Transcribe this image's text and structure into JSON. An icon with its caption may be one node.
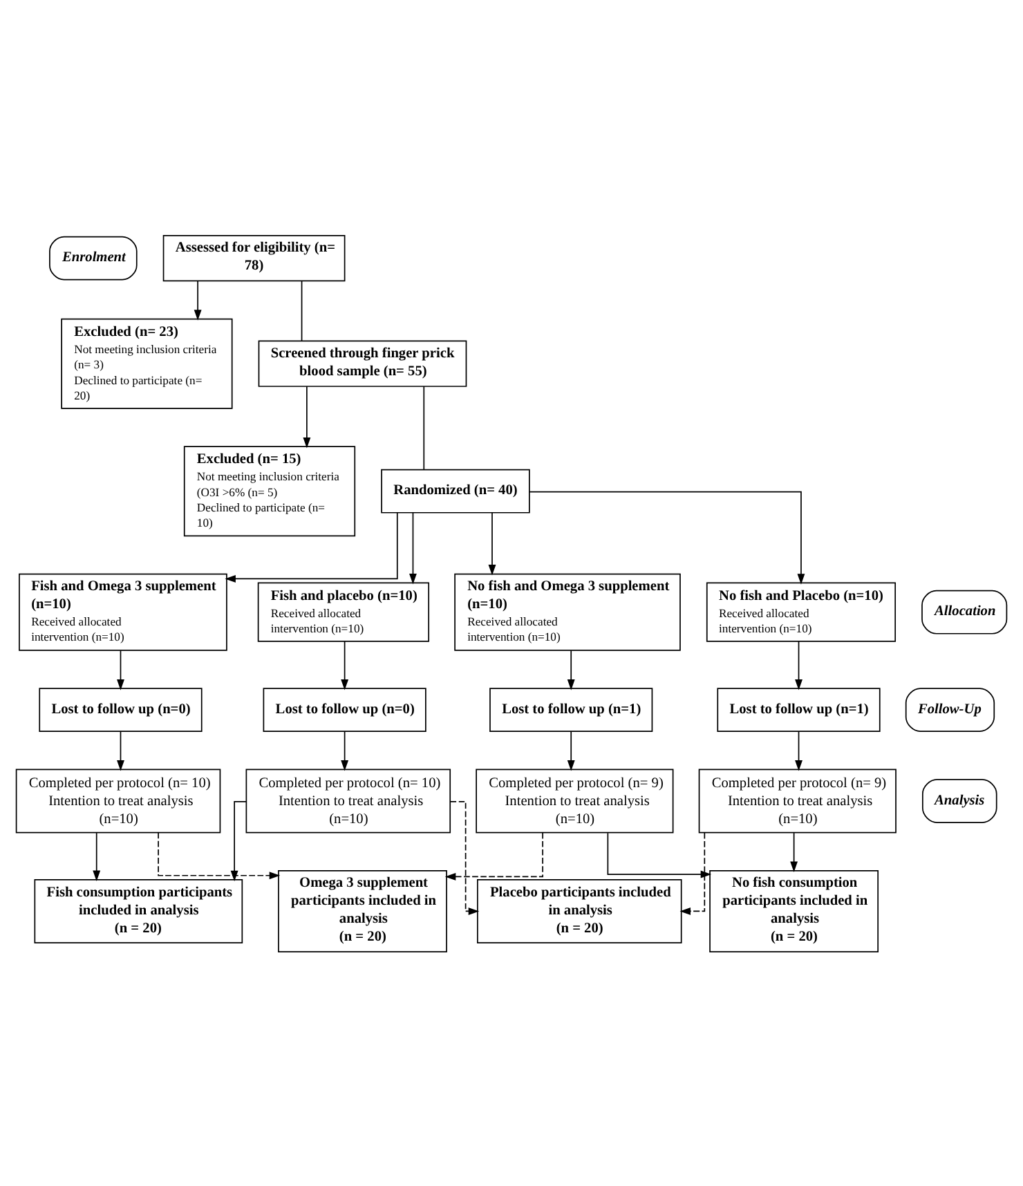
{
  "diagram": {
    "nodes": [
      {
        "text": [
          "Enrolment"
        ]
      },
      {
        "text": [
          "Assessed for eligibility (n= 78)"
        ]
      },
      {
        "text": [
          "Excluded (n= 23)",
          "Not meeting inclusion criteria (n= 3)",
          "Declined to participate (n= 20)"
        ]
      },
      {
        "text": [
          "Screened through finger prick blood sample (n= 55)"
        ]
      },
      {
        "text": [
          "Excluded (n= 15)",
          "Not meeting inclusion criteria (O3I >6% (n= 5)",
          "Declined to participate (n= 10)"
        ]
      },
      {
        "text": [
          "Randomized (n= 40)"
        ]
      },
      {
        "text": [
          "Allocation"
        ]
      },
      {
        "text": [
          "Fish and placebo (n=10)",
          "Received allocated intervention (n=10)"
        ]
      },
      {
        "text": [
          "Fish and Omega 3 supplement (n=10)",
          "Received allocated intervention (n=10)"
        ]
      },
      {
        "text": [
          "No fish and Omega 3 supplement (n=10)",
          "Received allocated intervention (n=10)"
        ]
      },
      {
        "text": [
          "No fish and Placebo (n=10)",
          "Received allocated intervention (n=10)"
        ]
      },
      {
        "text": [
          "Follow-Up"
        ]
      },
      {
        "text": [
          "Lost to follow up (n=0)"
        ]
      },
      {
        "text": [
          "Lost to follow up (n=0)"
        ]
      },
      {
        "text": [
          "Lost to follow up (n=1)"
        ]
      },
      {
        "text": [
          "Lost to follow up (n=1)"
        ]
      },
      {
        "text": [
          "Analysis"
        ]
      },
      {
        "text": [
          "Completed per protocol (n= 10)",
          "Intention to treat analysis (n=10)"
        ]
      },
      {
        "text": [
          "Completed per protocol (n= 10)",
          "Intention to treat analysis (n=10)"
        ]
      },
      {
        "text": [
          "Completed per protocol (n= 9)",
          "Intention to treat analysis (n=10)"
        ]
      },
      {
        "text": [
          "Completed per protocol (n= 9)",
          "Intention to treat analysis (n=10)"
        ]
      },
      {
        "text": [
          "Fish consumption participants included in analysis",
          "(n = 20)"
        ]
      },
      {
        "text": [
          "Omega 3 supplement participants included in analysis",
          "(n = 20)"
        ]
      },
      {
        "text": [
          "No fish consumption participants included in analysis",
          "(n = 20)"
        ]
      },
      {
        "text": [
          "Placebo participants included in analysis",
          "(n = 20)"
        ]
      }
    ],
    "edges": [
      {
        "from": 1,
        "to": 3,
        "arrow": "none"
      },
      {
        "from": 1,
        "to": 2,
        "arrow": "to"
      },
      {
        "from": 3,
        "to": 5,
        "arrow": "none"
      },
      {
        "from": 3,
        "to": 4,
        "arrow": "to"
      },
      {
        "from": 5,
        "to": 7,
        "arrow": "to"
      },
      {
        "from": 5,
        "to": 8,
        "arrow": "to"
      },
      {
        "from": 5,
        "to": 9,
        "arrow": "to"
      },
      {
        "from": 5,
        "to": 10,
        "arrow": "to"
      },
      {
        "from": 7,
        "to": 12,
        "arrow": "to"
      },
      {
        "from": 8,
        "to": 13,
        "arrow": "to"
      },
      {
        "from": 9,
        "to": 14,
        "arrow": "to"
      },
      {
        "from": 10,
        "to": 15,
        "arrow": "to"
      },
      {
        "from": 12,
        "to": 17,
        "arrow": "to"
      },
      {
        "from": 13,
        "to": 18,
        "arrow": "to"
      },
      {
        "from": 14,
        "to": 19,
        "arrow": "to"
      },
      {
        "from": 15,
        "to": 20,
        "arrow": "to"
      },
      {
        "from": 17,
        "to": 21,
        "arrow": "to"
      },
      {
        "from": 18,
        "to": 21,
        "arrow": "to"
      },
      {
        "from": 18,
        "to": 22,
        "arrow": "to",
        "style": "dashed"
      },
      {
        "from": 19,
        "to": 22,
        "arrow": "to",
        "style": "dashed"
      },
      {
        "from": 19,
        "to": 23,
        "arrow": "to"
      },
      {
        "from": 20,
        "to": 23,
        "arrow": "to"
      },
      {
        "from": 17,
        "to": 24,
        "arrow": "to",
        "style": "dashed"
      },
      {
        "from": 20,
        "to": 24,
        "arrow": "to",
        "style": "dashed"
      }
    ]
  }
}
